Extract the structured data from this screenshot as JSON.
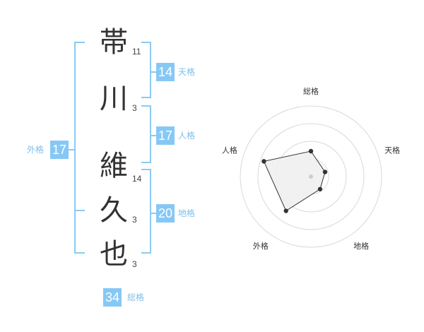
{
  "name": {
    "chars": [
      {
        "char": "帯",
        "strokes": "11"
      },
      {
        "char": "川",
        "strokes": "3"
      },
      {
        "char": "維",
        "strokes": "14"
      },
      {
        "char": "久",
        "strokes": "3"
      },
      {
        "char": "也",
        "strokes": "3"
      }
    ]
  },
  "kakusu": {
    "tenkaku": {
      "value": "14",
      "label": "天格"
    },
    "jinkaku": {
      "value": "17",
      "label": "人格"
    },
    "chikaku": {
      "value": "20",
      "label": "地格"
    },
    "gaikaku": {
      "value": "17",
      "label": "外格"
    },
    "soukaku": {
      "value": "34",
      "label": "総格"
    }
  },
  "chart_data": {
    "type": "radar",
    "axes": [
      "総格",
      "天格",
      "地格",
      "外格",
      "人格"
    ],
    "values": [
      1.8,
      1.05,
      1.1,
      3.0,
      3.5
    ],
    "max": 5,
    "grid_rings": 4
  },
  "colors": {
    "accent": "#86c8f5",
    "label": "#7fbfea",
    "bracket": "#8ccaf0",
    "ring": "#d9d9d9",
    "polygon_fill": "#efefef",
    "polygon_stroke": "#333333"
  }
}
